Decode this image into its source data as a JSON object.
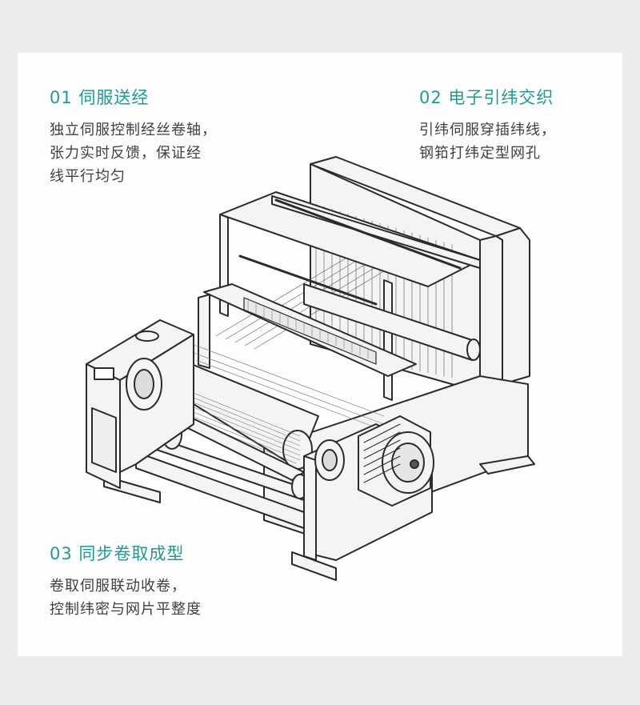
{
  "features": [
    {
      "title": "01 伺服送经",
      "lines": [
        "独立伺服控制经丝卷轴，",
        "张力实时反馈，保证经",
        "线平行均匀"
      ]
    },
    {
      "title": "02 电子引纬交织",
      "lines": [
        "引纬伺服穿插纬线，",
        "钢筘打纬定型网孔"
      ]
    },
    {
      "title": "03 同步卷取成型",
      "lines": [
        "卷取伺服联动收卷，",
        "控制纬密与网片平整度"
      ]
    }
  ],
  "colors": {
    "accent": "#1f9a93",
    "text": "#404040",
    "line": "#2b2b2b",
    "fill": "#f1f1f1"
  }
}
